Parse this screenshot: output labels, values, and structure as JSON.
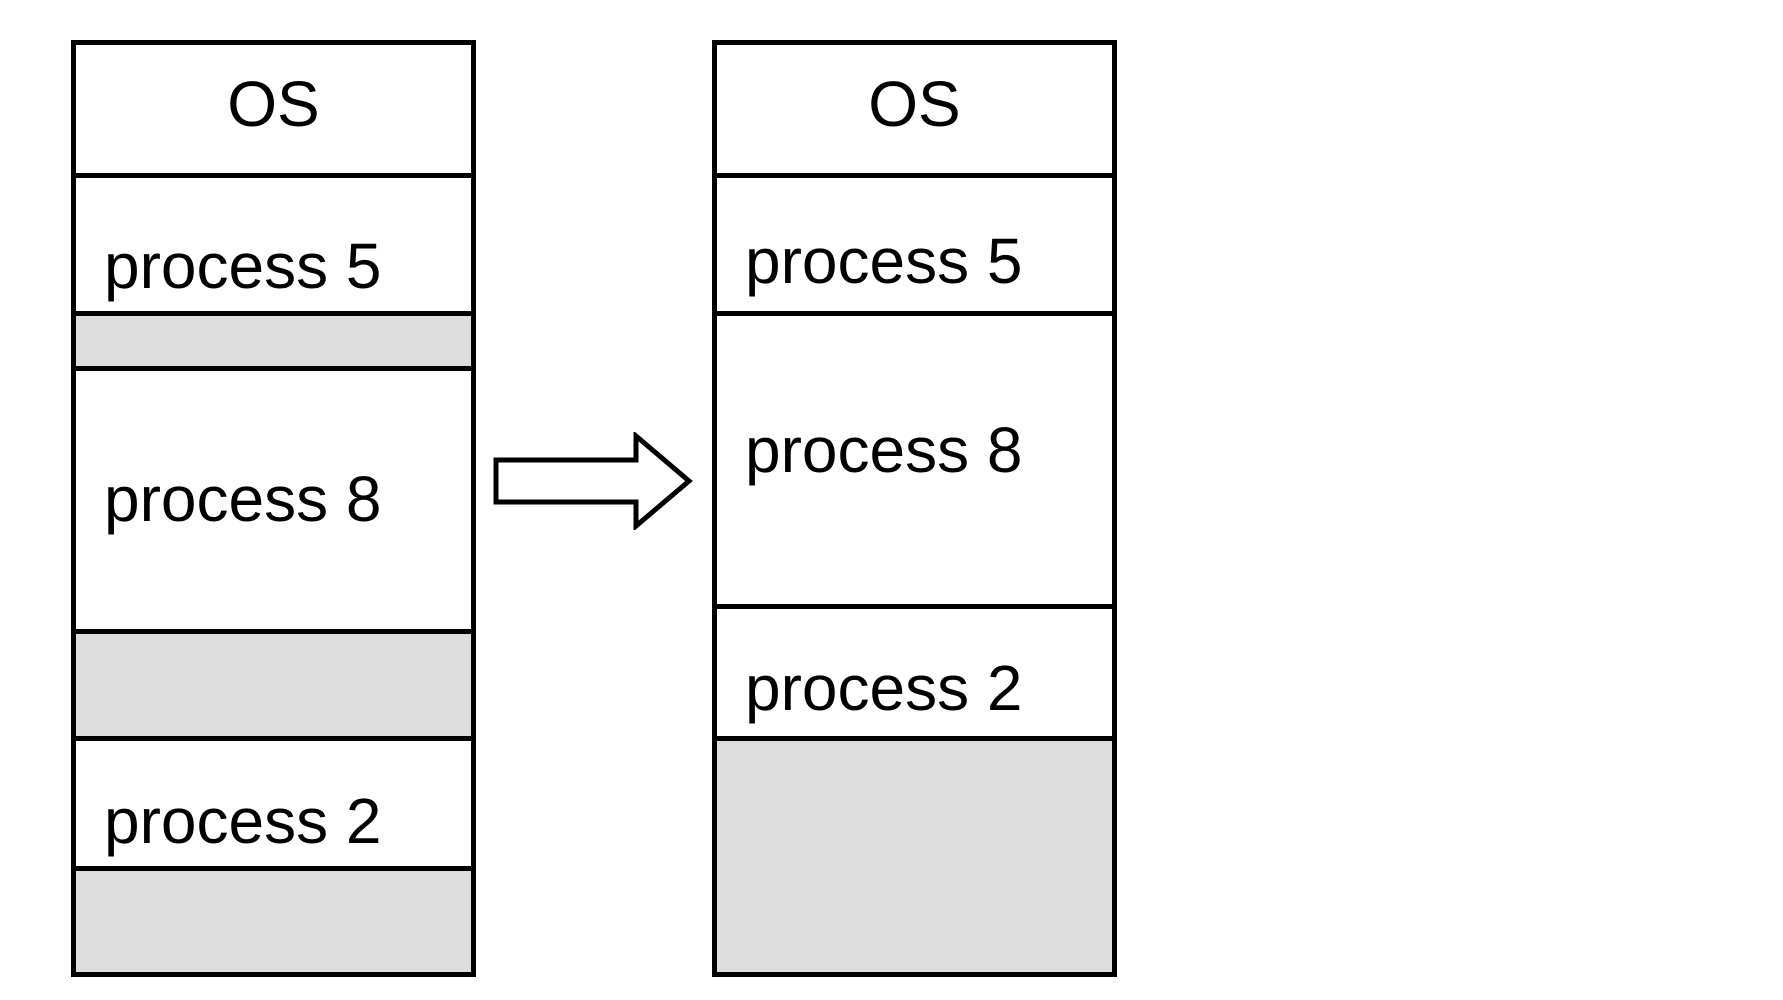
{
  "diagram": {
    "before": {
      "blocks": [
        {
          "label": "OS"
        },
        {
          "label": "process 5"
        },
        {
          "label": ""
        },
        {
          "label": "process 8"
        },
        {
          "label": ""
        },
        {
          "label": "process 2"
        },
        {
          "label": ""
        }
      ]
    },
    "after": {
      "blocks": [
        {
          "label": "OS"
        },
        {
          "label": "process 5"
        },
        {
          "label": "process 8"
        },
        {
          "label": "process 2"
        },
        {
          "label": ""
        }
      ]
    },
    "colors": {
      "border": "#000000",
      "free_space": "#dddddd",
      "allocated": "#ffffff"
    },
    "icons": {
      "transition": "right-arrow-icon"
    }
  }
}
